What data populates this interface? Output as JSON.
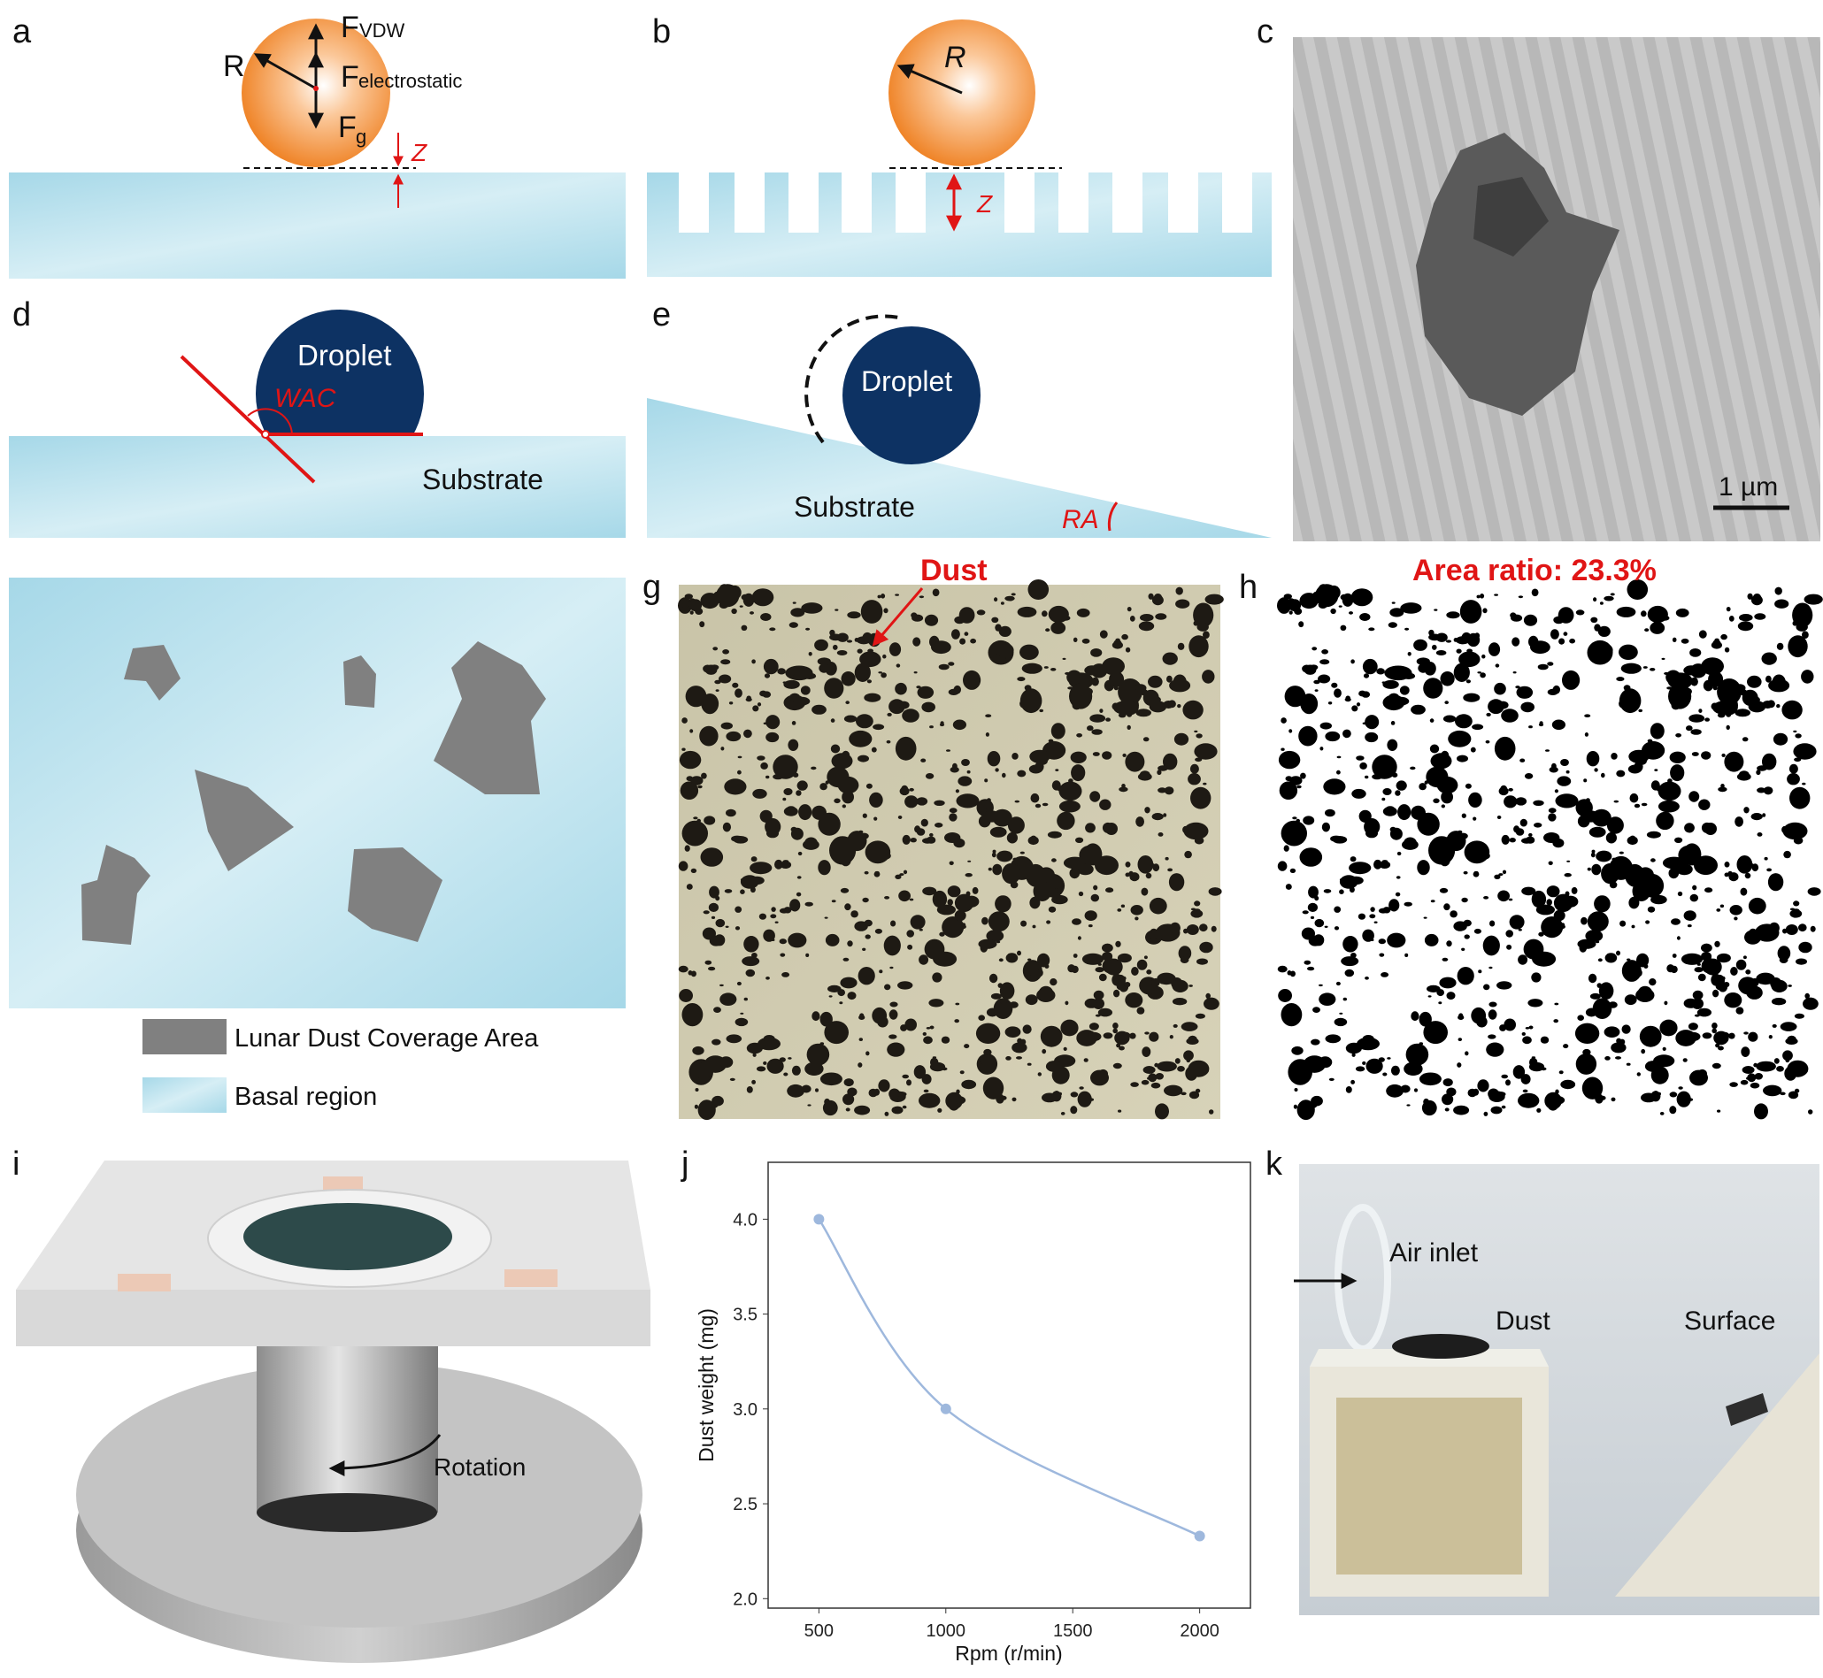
{
  "panels": {
    "a": {
      "label": "a",
      "f_vdw": "F",
      "f_vdw_sub": "VDW",
      "f_electrostatic": "F",
      "f_electrostatic_sub": "electrostatic",
      "f_g": "F",
      "f_g_sub": "g",
      "radius": "R",
      "z": "Z"
    },
    "b": {
      "label": "b",
      "radius": "R",
      "z": "Z"
    },
    "c": {
      "label": "c",
      "scale_bar": "1 µm"
    },
    "d": {
      "label": "d",
      "droplet": "Droplet",
      "wac": "WAC",
      "substrate": "Substrate"
    },
    "e": {
      "label": "e",
      "droplet": "Droplet",
      "substrate": "Substrate",
      "ra": "RA"
    },
    "f": {
      "label": "f",
      "legend_dust": "Lunar Dust Coverage Area",
      "legend_basal": "Basal region"
    },
    "g": {
      "label": "g",
      "dust": "Dust"
    },
    "h": {
      "label": "h",
      "area_ratio": "Area ratio: 23.3%"
    },
    "i": {
      "label": "i",
      "rotation": "Rotation"
    },
    "j": {
      "label": "j"
    },
    "k": {
      "label": "k",
      "air_inlet": "Air inlet",
      "dust": "Dust",
      "surface": "Surface"
    }
  },
  "colors": {
    "substrate": "#a8d9e8",
    "particle": "#f08a2a",
    "droplet": "#0d3263",
    "dust": "#808080",
    "accent_red": "#e01515",
    "line": "#9eb8dd"
  },
  "chart_data": {
    "type": "line",
    "x": [
      500,
      1000,
      2000
    ],
    "y": [
      4.0,
      3.0,
      2.33
    ],
    "xlabel": "Rpm (r/min)",
    "ylabel": "Dust weight (mg)",
    "xlim": [
      300,
      2200
    ],
    "ylim": [
      1.95,
      4.3
    ],
    "xticks": [
      "500",
      "1000",
      "1500",
      "2000"
    ],
    "yticks": [
      "2.0",
      "2.5",
      "3.0",
      "3.5",
      "4.0"
    ],
    "grid": false
  }
}
